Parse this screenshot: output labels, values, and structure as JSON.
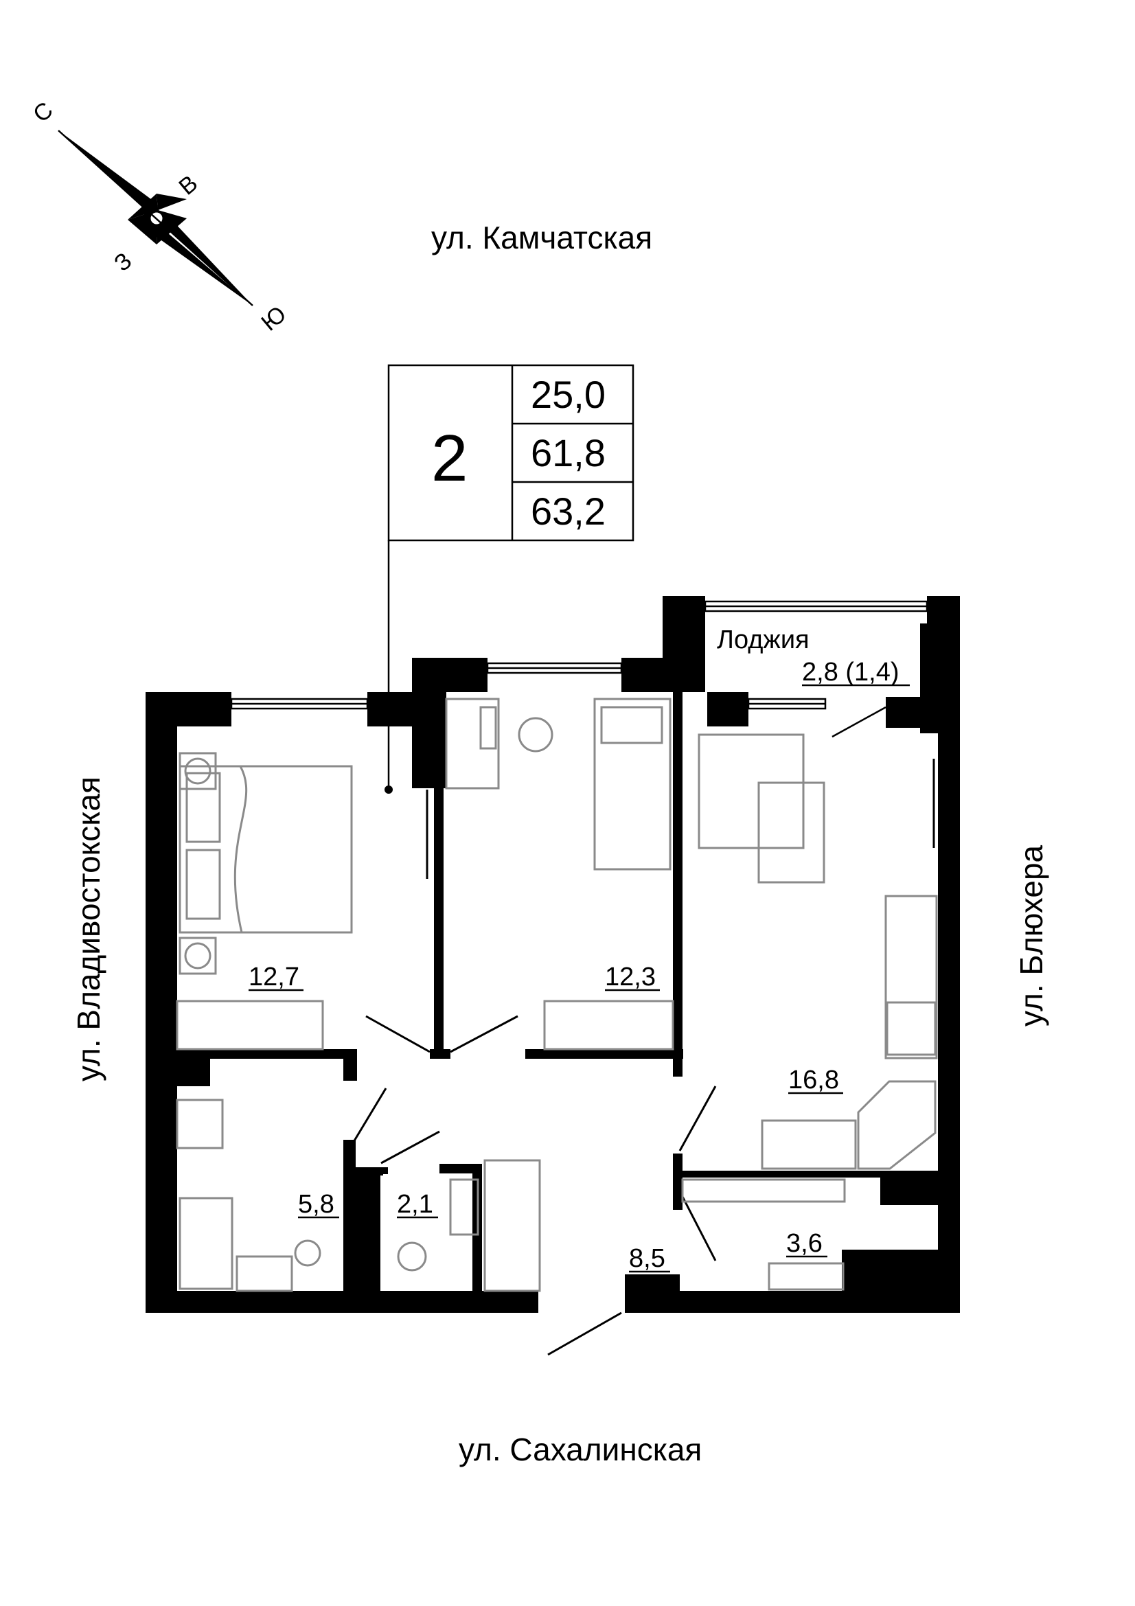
{
  "streets": {
    "north": "ул. Камчатская",
    "west": "ул. Владивостокская",
    "east": "ул. Блюхера",
    "south": "ул. Сахалинская"
  },
  "compass": {
    "north": "С",
    "east": "В",
    "west": "З",
    "south": "Ю"
  },
  "summary": {
    "rooms": "2",
    "living_area": "25,0",
    "total_area": "61,8",
    "total_with_loggia": "63,2"
  },
  "rooms": {
    "bedroom_1": "12,7",
    "bedroom_2": "12,3",
    "kitchen_living": "16,8",
    "bathroom": "5,8",
    "wc": "2,1",
    "hall": "8,5",
    "storage": "3,6",
    "loggia_name": "Лоджия",
    "loggia_area": "2,8 (1,4)"
  }
}
